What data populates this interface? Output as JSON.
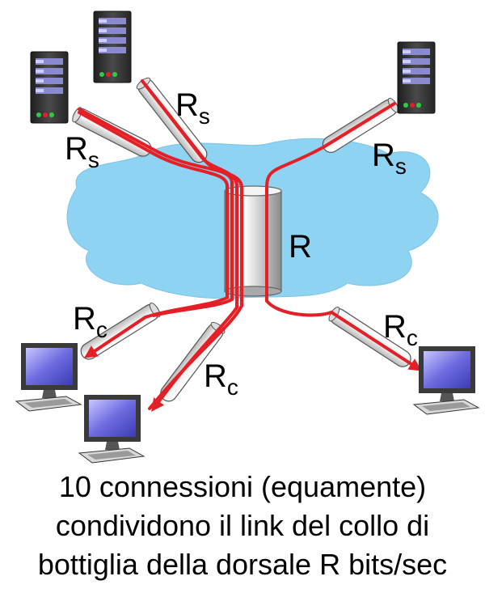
{
  "labels": {
    "server_link_symbol": "R",
    "server_link_subscript": "s",
    "client_link_symbol": "R",
    "client_link_subscript": "c",
    "backbone_label": "R"
  },
  "caption": {
    "line1": "10 connessioni (equamente)",
    "line2": "condividono il link del collo di",
    "line3": "bottiglia della dorsale R bits/sec"
  },
  "colors": {
    "cloud": "#8fd3f2",
    "flow": "#e41f26",
    "server": "#3a3a3a",
    "screen": "#5b5ad8"
  }
}
